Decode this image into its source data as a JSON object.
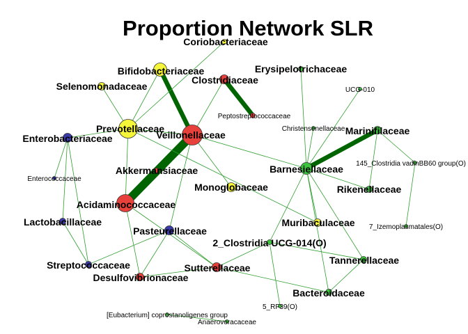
{
  "title": "Proportion Network SLR",
  "colors": {
    "edge": "#2e9e2e",
    "strong_edge": "#006400",
    "red": "#e8403a",
    "yellow": "#f5f53a",
    "blue": "#3a3aa8",
    "green": "#3ec43e"
  },
  "nodes": [
    {
      "id": "coriobacteriaceae",
      "label": "Coriobacteriaceae",
      "color": "yellow",
      "size": 2
    },
    {
      "id": "bifidobacteriaceae",
      "label": "Bifidobacteriaceae",
      "color": "yellow",
      "size": 8
    },
    {
      "id": "selenomonadaceae",
      "label": "Selenomonadaceae",
      "color": "yellow",
      "size": 4
    },
    {
      "id": "erysipelotrichaceae",
      "label": "Erysipelotrichaceae",
      "color": "green",
      "size": 2
    },
    {
      "id": "clostridiaceae",
      "label": "Clostridiaceae",
      "color": "red",
      "size": 5
    },
    {
      "id": "peptostreptococcaceae",
      "label": "Peptostreptococcaceae",
      "color": "red",
      "size": 2
    },
    {
      "id": "ucg010",
      "label": "UCG-010",
      "color": "green",
      "size": 1
    },
    {
      "id": "christensenellaceae",
      "label": "Christensenellaceae",
      "color": "green",
      "size": 1
    },
    {
      "id": "marinifilaceae",
      "label": "Marinifilaceae",
      "color": "green",
      "size": 4
    },
    {
      "id": "prevotellaceae",
      "label": "Prevotellaceae",
      "color": "yellow",
      "size": 12
    },
    {
      "id": "enterobacteriaceae",
      "label": "Enterobacteriaceae",
      "color": "blue",
      "size": 5
    },
    {
      "id": "veillonellaceae",
      "label": "Veillonellaceae",
      "color": "red",
      "size": 13
    },
    {
      "id": "clostridia_vadin",
      "label": "145_Clostridia vadinBB60 group(O)",
      "color": "green",
      "size": 1
    },
    {
      "id": "barnesiellaceae",
      "label": "Barnesiellaceae",
      "color": "green",
      "size": 7
    },
    {
      "id": "akkermansiaceae",
      "label": "Akkermansiaceae",
      "color": "red",
      "size": 2
    },
    {
      "id": "enterococcaceae",
      "label": "Enterococcaceae",
      "color": "blue",
      "size": 1
    },
    {
      "id": "monoglobaceae",
      "label": "Monoglobaceae",
      "color": "yellow",
      "size": 5
    },
    {
      "id": "rikenellaceae",
      "label": "Rikenellaceae",
      "color": "green",
      "size": 3
    },
    {
      "id": "acidaminococcaceae",
      "label": "Acidaminococcaceae",
      "color": "red",
      "size": 11
    },
    {
      "id": "izemoplasmatales",
      "label": "7_Izemoplasmatales(O)",
      "color": "green",
      "size": 1
    },
    {
      "id": "lactobacillaceae",
      "label": "Lactobacillaceae",
      "color": "blue",
      "size": 3
    },
    {
      "id": "muribaculaceae",
      "label": "Muribaculaceae",
      "color": "yellow",
      "size": 4
    },
    {
      "id": "pasteurellaceae",
      "label": "Pasteurellaceae",
      "color": "blue",
      "size": 5
    },
    {
      "id": "clostridia_ucg014",
      "label": "2_Clostridia UCG-014(O)",
      "color": "green",
      "size": 2
    },
    {
      "id": "tannerellaceae",
      "label": "Tannerellaceae",
      "color": "green",
      "size": 3
    },
    {
      "id": "streptococcaceae",
      "label": "Streptococcaceae",
      "color": "blue",
      "size": 3
    },
    {
      "id": "sutterellaceae",
      "label": "Sutterellaceae",
      "color": "red",
      "size": 5
    },
    {
      "id": "desulfovibrionaceae",
      "label": "Desulfovibrionaceae",
      "color": "red",
      "size": 4
    },
    {
      "id": "bacteroidaceae",
      "label": "Bacteroidaceae",
      "color": "green",
      "size": 3
    },
    {
      "id": "rf39",
      "label": "5_RF39(O)",
      "color": "green",
      "size": 1
    },
    {
      "id": "eubacterium",
      "label": "[Eubacterium] coprostanoligenes group",
      "color": "green",
      "size": 1
    },
    {
      "id": "anaerovoracaceae",
      "label": "Anaerovoracaceae",
      "color": "green",
      "size": 1
    }
  ],
  "edges": [
    {
      "source": "acidaminococcaceae",
      "target": "veillonellaceae",
      "weight": 9
    },
    {
      "source": "bifidobacteriaceae",
      "target": "veillonellaceae",
      "weight": 5
    },
    {
      "source": "clostridiaceae",
      "target": "peptostreptococcaceae",
      "weight": 5
    },
    {
      "source": "barnesiellaceae",
      "target": "marinifilaceae",
      "weight": 5
    },
    {
      "source": "bifidobacteriaceae",
      "target": "prevotellaceae",
      "weight": 1
    },
    {
      "source": "coriobacteriaceae",
      "target": "prevotellaceae",
      "weight": 1
    },
    {
      "source": "selenomonadaceae",
      "target": "prevotellaceae",
      "weight": 1
    },
    {
      "source": "prevotellaceae",
      "target": "enterobacteriaceae",
      "weight": 1
    },
    {
      "source": "prevotellaceae",
      "target": "veillonellaceae",
      "weight": 1
    },
    {
      "source": "prevotellaceae",
      "target": "acidaminococcaceae",
      "weight": 1
    },
    {
      "source": "prevotellaceae",
      "target": "muribaculaceae",
      "weight": 1
    },
    {
      "source": "veillonellaceae",
      "target": "clostridiaceae",
      "weight": 1
    },
    {
      "source": "veillonellaceae",
      "target": "barnesiellaceae",
      "weight": 1
    },
    {
      "source": "veillonellaceae",
      "target": "pasteurellaceae",
      "weight": 1
    },
    {
      "source": "veillonellaceae",
      "target": "monoglobaceae",
      "weight": 1
    },
    {
      "source": "acidaminococcaceae",
      "target": "desulfovibrionaceae",
      "weight": 1
    },
    {
      "source": "acidaminococcaceae",
      "target": "sutterellaceae",
      "weight": 1
    },
    {
      "source": "enterobacteriaceae",
      "target": "lactobacillaceae",
      "weight": 1
    },
    {
      "source": "enterobacteriaceae",
      "target": "enterococcaceae",
      "weight": 1
    },
    {
      "source": "enterobacteriaceae",
      "target": "streptococcaceae",
      "weight": 1
    },
    {
      "source": "lactobacillaceae",
      "target": "streptococcaceae",
      "weight": 1
    },
    {
      "source": "streptococcaceae",
      "target": "pasteurellaceae",
      "weight": 1
    },
    {
      "source": "pasteurellaceae",
      "target": "desulfovibrionaceae",
      "weight": 1
    },
    {
      "source": "pasteurellaceae",
      "target": "sutterellaceae",
      "weight": 1
    },
    {
      "source": "sutterellaceae",
      "target": "clostridia_ucg014",
      "weight": 1
    },
    {
      "source": "sutterellaceae",
      "target": "bacteroidaceae",
      "weight": 1
    },
    {
      "source": "sutterellaceae",
      "target": "desulfovibrionaceae",
      "weight": 1
    },
    {
      "source": "clostridia_ucg014",
      "target": "barnesiellaceae",
      "weight": 1
    },
    {
      "source": "clostridia_ucg014",
      "target": "rf39",
      "weight": 1
    },
    {
      "source": "clostridia_ucg014",
      "target": "tannerellaceae",
      "weight": 1
    },
    {
      "source": "barnesiellaceae",
      "target": "erysipelotrichaceae",
      "weight": 1
    },
    {
      "source": "barnesiellaceae",
      "target": "ucg010",
      "weight": 1
    },
    {
      "source": "barnesiellaceae",
      "target": "christensenellaceae",
      "weight": 1
    },
    {
      "source": "barnesiellaceae",
      "target": "rikenellaceae",
      "weight": 1
    },
    {
      "source": "barnesiellaceae",
      "target": "muribaculaceae",
      "weight": 1
    },
    {
      "source": "barnesiellaceae",
      "target": "tannerellaceae",
      "weight": 1
    },
    {
      "source": "barnesiellaceae",
      "target": "bacteroidaceae",
      "weight": 1
    },
    {
      "source": "marinifilaceae",
      "target": "rikenellaceae",
      "weight": 1
    },
    {
      "source": "marinifilaceae",
      "target": "clostridia_vadin",
      "weight": 1
    },
    {
      "source": "clostridia_vadin",
      "target": "izemoplasmatales",
      "weight": 1
    },
    {
      "source": "tannerellaceae",
      "target": "bacteroidaceae",
      "weight": 1
    },
    {
      "source": "eubacterium",
      "target": "anaerovoracaceae",
      "weight": 1
    }
  ]
}
